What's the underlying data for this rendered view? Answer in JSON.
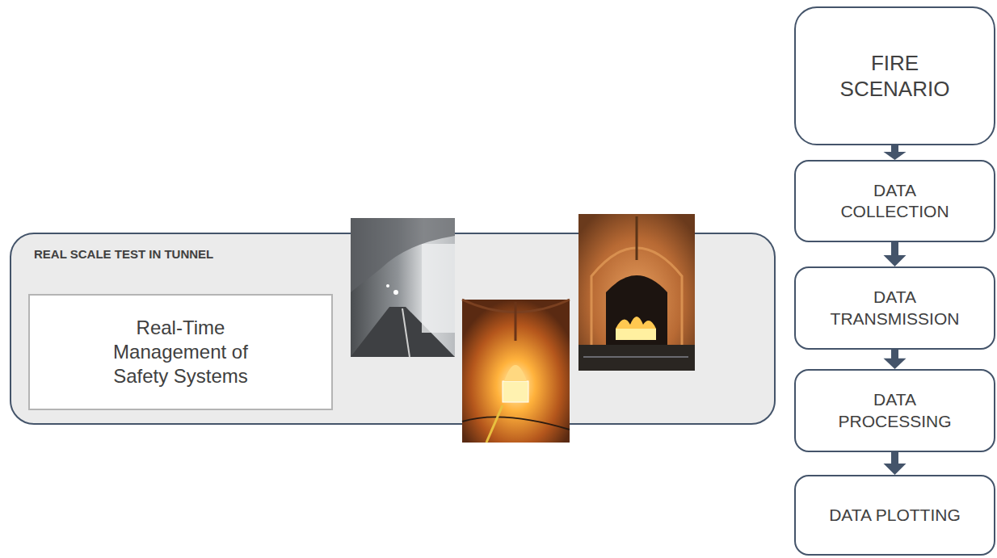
{
  "diagram": {
    "nodes": [
      {
        "text": [
          "REAL SCALE TEST IN TUNNEL"
        ]
      },
      {
        "text": [
          "Real-Time Management of Safety Systems"
        ],
        "in": 0
      },
      {
        "text": [
          "FIRE SCENARIO"
        ]
      },
      {
        "text": [
          "DATA COLLECTION"
        ]
      },
      {
        "text": [
          "DATA TRANSMISSION"
        ]
      },
      {
        "text": [
          "DATA PROCESSING"
        ]
      },
      {
        "text": [
          "DATA PLOTTING"
        ]
      }
    ],
    "edges": [
      {
        "from": 2,
        "to": 3,
        "arrow": "to"
      },
      {
        "from": 3,
        "to": 4,
        "arrow": "to"
      },
      {
        "from": 4,
        "to": 5,
        "arrow": "to"
      },
      {
        "from": 5,
        "to": 6,
        "arrow": "to"
      }
    ]
  }
}
